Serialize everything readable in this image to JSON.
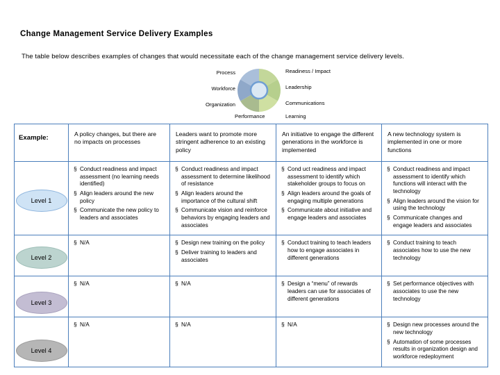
{
  "slide": {
    "title": "Change Management Service Delivery Examples",
    "subtitle": "The table below describes examples of changes that would necessitate each of the change management service delivery levels."
  },
  "diagram": {
    "labels": {
      "process": "Process",
      "workforce": "Workforce",
      "organization": "Organization",
      "readiness": "Readiness / Impact",
      "leadership": "Leadership",
      "communications": "Communications",
      "performance": "Performance",
      "learning": "Learning"
    },
    "colors": {
      "process": "#9fb8d8",
      "workforce": "#7f9fc4",
      "organization": "#b4bfa0",
      "performance": "#9dc3cf",
      "readiness": "#b9cf8f",
      "leadership": "#c8dc9a",
      "communications": "#cfe0a2",
      "center": "#dce9f5",
      "center_ring": "#6f9ed3"
    }
  },
  "table": {
    "header": {
      "label": "Example:",
      "col1": "A policy changes, but there are no impacts on processes",
      "col2": "Leaders want to promote more stringent adherence to an existing policy",
      "col3": "An initiative to engage the different generations in the workforce is implemented",
      "col4": "A new technology system is implemented in one or more functions"
    },
    "rows": [
      {
        "level": "Level 1",
        "col1": [
          "Conduct readiness and impact assessment  (no learning needs identified)",
          "Align leaders around the new policy",
          "Communicate the new policy to leaders and associates"
        ],
        "col2": [
          "Conduct readiness and impact assessment to determine likelihood of resistance",
          "Align leaders around the importance of the cultural shift",
          "Communicate vision and reinforce behaviors by engaging leaders and associates"
        ],
        "col3": [
          "Cond uct readiness and impact assessment to identify which stakeholder groups to focus on",
          "Align leaders around the goals of engaging multiple generations",
          "Communicate about initiative and engage leaders and associates"
        ],
        "col4": [
          "Conduct readiness and impact assessment to identify which functions will interact with the technology",
          "Align leaders around the vision for using the technology",
          "Communicate changes and engage leaders and associates"
        ]
      },
      {
        "level": "Level 2",
        "col1": [
          "N/A"
        ],
        "col2": [
          "Design new training on the policy",
          "Deliver training to leaders and associates"
        ],
        "col3": [
          "Conduct training to teach leaders how to engage associates in different generations"
        ],
        "col4": [
          "Conduct training to teach associates how to use the new technology"
        ]
      },
      {
        "level": "Level 3",
        "col1": [
          "N/A"
        ],
        "col2": [
          "N/A"
        ],
        "col3": [
          "Design a “menu” of rewards leaders can use for associates of different generations"
        ],
        "col4": [
          "Set performance objectives with associates to use the new technology"
        ]
      },
      {
        "level": "Level 4",
        "col1": [
          "N/A"
        ],
        "col2": [
          "N/A"
        ],
        "col3": [
          "N/A"
        ],
        "col4": [
          "Design new processes around the new technology",
          "Automation of some processes results in organization design and workforce redeployment"
        ]
      }
    ],
    "bullet_char": "§"
  }
}
